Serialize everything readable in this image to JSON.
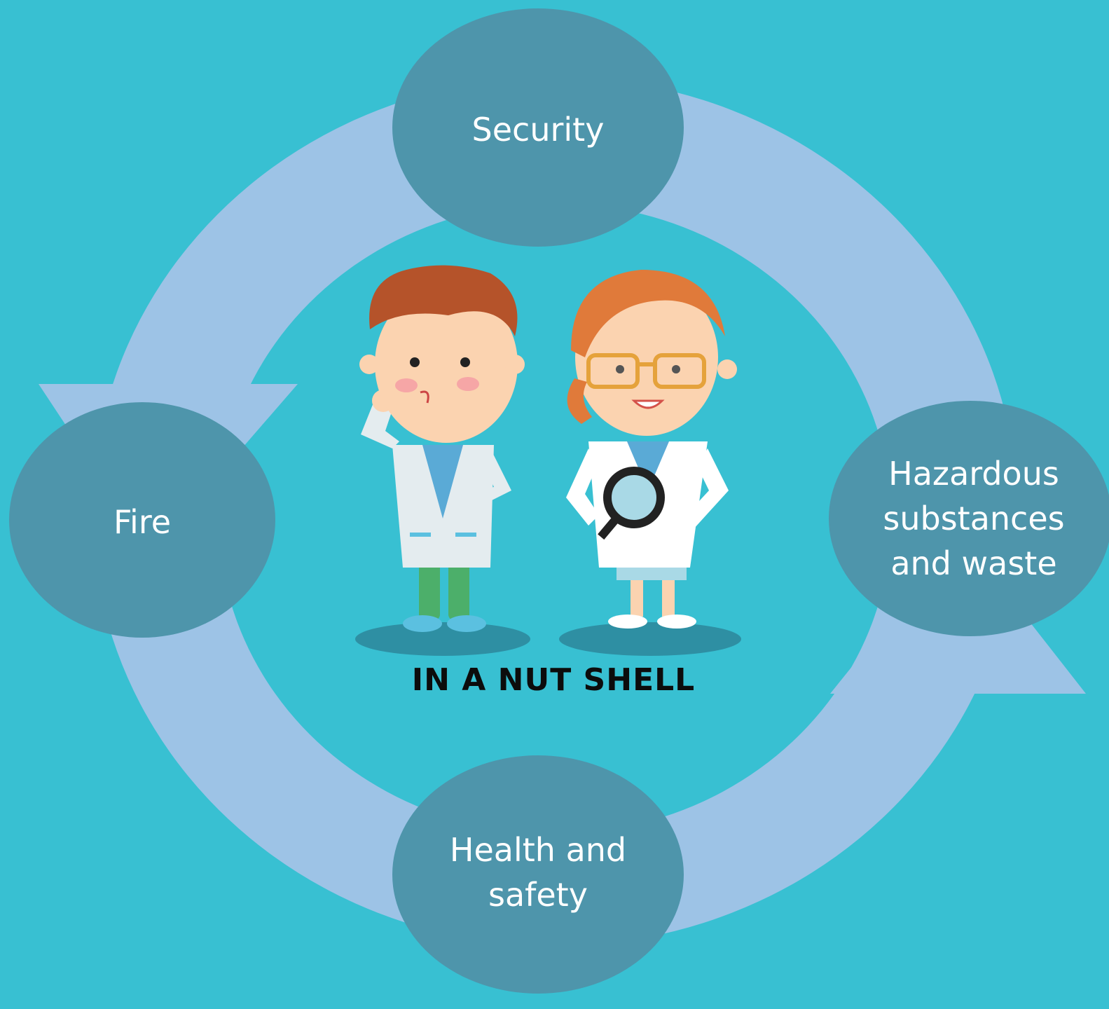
{
  "diagram": {
    "nodes": [
      {
        "id": "security",
        "label": "Security"
      },
      {
        "id": "hazardous",
        "label": "Hazardous\nsubstances\nand waste"
      },
      {
        "id": "health",
        "label": "Health and\nsafety"
      },
      {
        "id": "fire",
        "label": "Fire"
      }
    ],
    "caption": "IN A NUT SHELL",
    "colors": {
      "background": "#38c0d2",
      "cycle_ring": "#9dc3e6",
      "node_fill": "#4e95ab",
      "node_text": "#ffffff",
      "caption_text": "#0c0c0c"
    },
    "illustration": "two-scientists-in-lab-coats"
  }
}
